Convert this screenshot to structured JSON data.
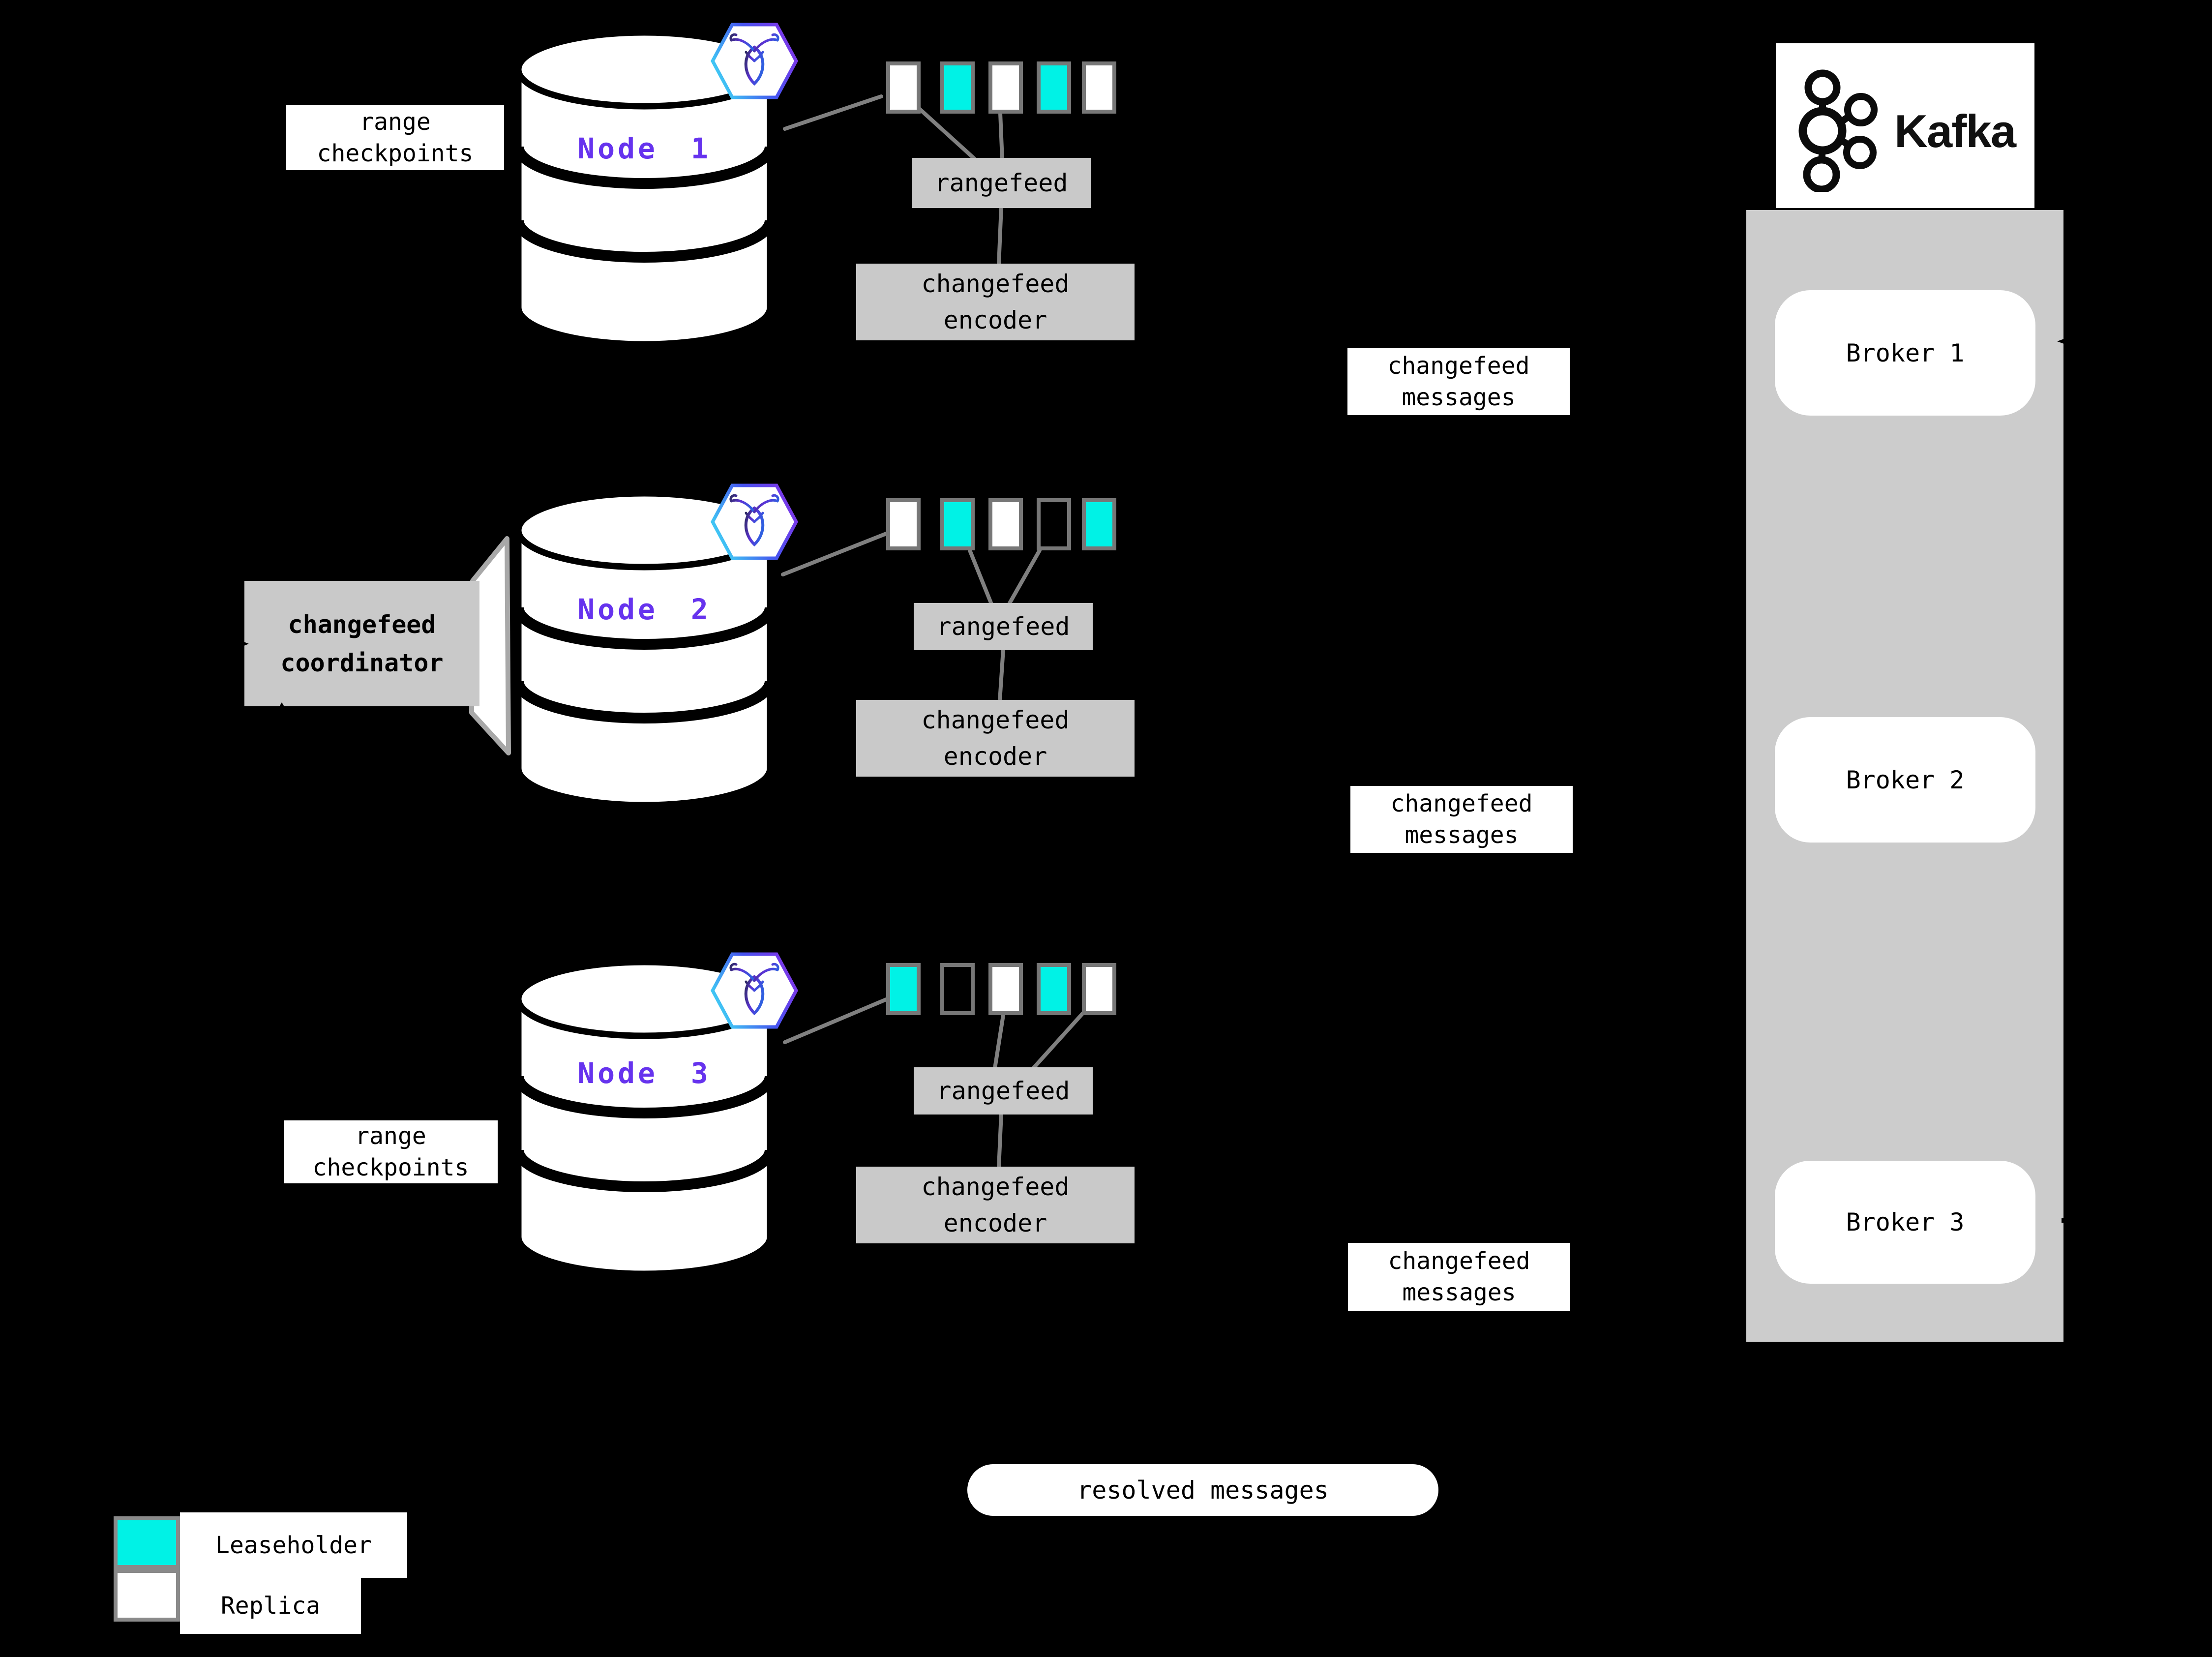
{
  "colors": {
    "leaseholder": "#00F2E6",
    "replica": "#FFFFFF",
    "empty": "transparent",
    "node_label": "#6633EE",
    "line_gray": "#808080",
    "panel_gray": "#CCCCCC",
    "box_gray": "#C9C9C9",
    "background": "#000000",
    "crdb_gradient": [
      "#3FD4F5",
      "#4553EF",
      "#8136E8"
    ]
  },
  "nodes": [
    {
      "label": "Node 1",
      "range_label": {
        "line1": "range",
        "line2": "checkpoints"
      },
      "rangefeed_label": "rangefeed",
      "encoder_label": {
        "line1": "changefeed",
        "line2": "encoder"
      },
      "messages_label": {
        "line1": "changefeed",
        "line2": "messages"
      },
      "ranges": [
        "replica",
        "leaseholder",
        "replica",
        "leaseholder",
        "replica"
      ]
    },
    {
      "label": "Node 2",
      "coordinator_label": {
        "line1": "changefeed",
        "line2": "coordinator"
      },
      "rangefeed_label": "rangefeed",
      "encoder_label": {
        "line1": "changefeed",
        "line2": "encoder"
      },
      "messages_label": {
        "line1": "changefeed",
        "line2": "messages"
      },
      "ranges": [
        "replica",
        "leaseholder",
        "replica",
        "empty",
        "leaseholder"
      ]
    },
    {
      "label": "Node 3",
      "range_label": {
        "line1": "range",
        "line2": "checkpoints"
      },
      "rangefeed_label": "rangefeed",
      "encoder_label": {
        "line1": "changefeed",
        "line2": "encoder"
      },
      "messages_label": {
        "line1": "changefeed",
        "line2": "messages"
      },
      "ranges": [
        "leaseholder",
        "empty",
        "replica",
        "leaseholder",
        "replica"
      ]
    }
  ],
  "kafka": {
    "wordmark": "Kafka",
    "brokers": [
      "Broker 1",
      "Broker 2",
      "Broker 3"
    ]
  },
  "resolved_label": "resolved messages",
  "legend": {
    "items": [
      {
        "type": "leaseholder",
        "label": "Leaseholder"
      },
      {
        "type": "replica",
        "label": "Replica"
      }
    ]
  }
}
